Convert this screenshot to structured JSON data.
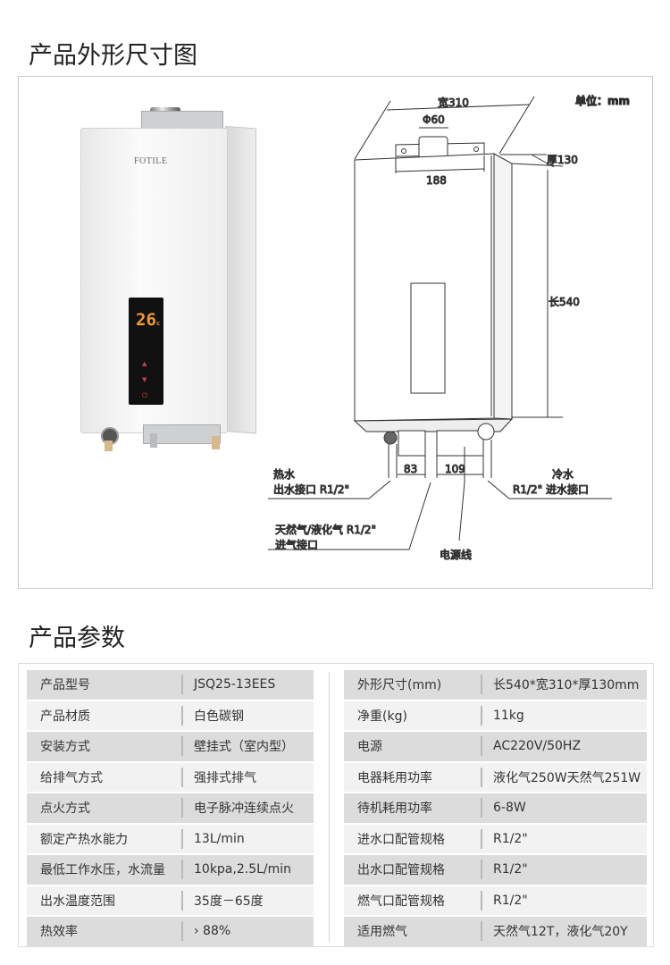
{
  "section1_title": "产品外形尺寸图",
  "section2_title": "产品参数",
  "product_photo": {
    "brand_logo": "FOTILE",
    "display_value": "26",
    "display_unit": "c"
  },
  "diagram": {
    "unit": "单位：mm",
    "width": "宽310",
    "flue_diameter": "Φ60",
    "bracket_width": "188",
    "thickness": "厚130",
    "length": "长540",
    "spacing_left": "83",
    "spacing_right": "109",
    "hot_water_line1": "热水",
    "hot_water_line2": "出水接口 R1/2\"",
    "cold_water_line1": "冷水",
    "cold_water_line2": "R1/2\"  进水接口",
    "gas_line1": "天然气/液化气  R1/2\"",
    "gas_line2": "进气接口",
    "power_cord": "电源线"
  },
  "params_left": [
    {
      "k": "产品型号",
      "v": "JSQ25-13EES"
    },
    {
      "k": "产品材质",
      "v": "白色碳钢"
    },
    {
      "k": "安装方式",
      "v": "壁挂式（室内型）"
    },
    {
      "k": "给排气方式",
      "v": "强排式排气"
    },
    {
      "k": "点火方式",
      "v": "电子脉冲连续点火"
    },
    {
      "k": "额定产热水能力",
      "v": "13L/min"
    },
    {
      "k": "最低工作水压，水流量",
      "v": "10kpa,2.5L/min"
    },
    {
      "k": "出水温度范围",
      "v": "35度－65度"
    },
    {
      "k": "热效率",
      "v": "› 88%"
    }
  ],
  "params_right": [
    {
      "k": "外形尺寸(mm)",
      "v": "长540*宽310*厚130mm"
    },
    {
      "k": "净重(kg)",
      "v": "11kg"
    },
    {
      "k": "电源",
      "v": "AC220V/50HZ"
    },
    {
      "k": "电器耗用功率",
      "v": "液化气250W天然气251W"
    },
    {
      "k": "待机耗用功率",
      "v": "6-8W"
    },
    {
      "k": "进水口配管规格",
      "v": "R1/2\""
    },
    {
      "k": "出水口配管规格",
      "v": "R1/2\""
    },
    {
      "k": "燃气口配管规格",
      "v": "R1/2\""
    },
    {
      "k": "适用燃气",
      "v": "天然气12T，液化气20Y"
    }
  ]
}
